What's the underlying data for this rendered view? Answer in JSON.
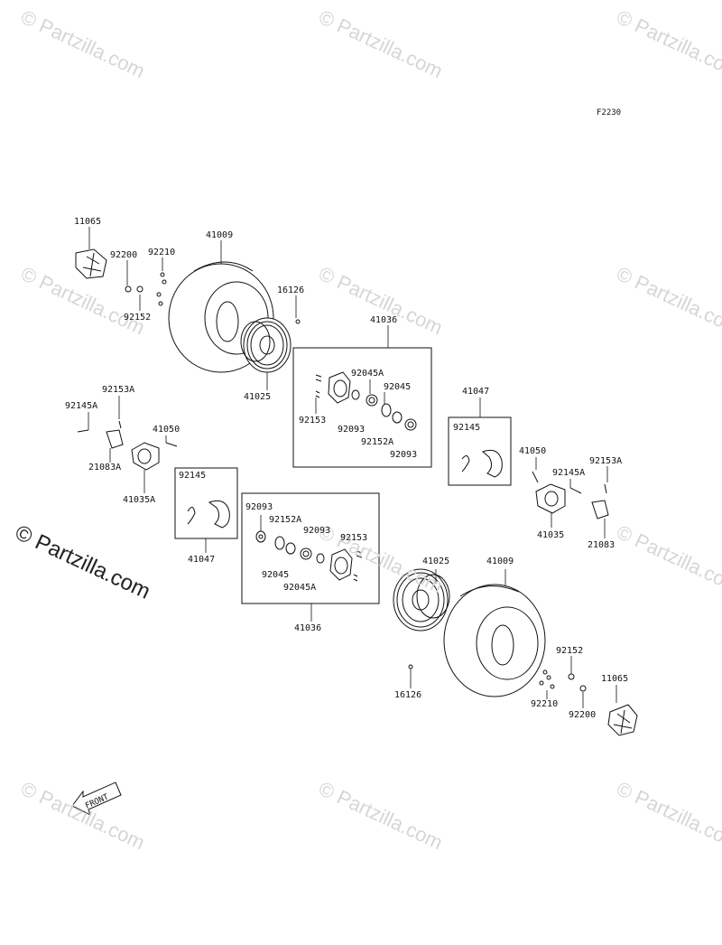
{
  "figure_code": "F2230",
  "front_label": "FRONT",
  "watermark": "© Partzilla.com",
  "watermark_main": "© Partzilla.com",
  "callouts": {
    "c11065_tl": "11065",
    "c41009_t": "41009",
    "c92200_tl": "92200",
    "c92210_tl": "92210",
    "c92152_tl": "92152",
    "c16126_t": "16126",
    "c41025_t": "41025",
    "c41036_t": "41036",
    "c92045A_t": "92045A",
    "c92045_t": "92045",
    "c92153_t": "92153",
    "c92093_t1": "92093",
    "c92152A_t": "92152A",
    "c92093_t2": "92093",
    "c41047_r": "41047",
    "c92145_r": "92145",
    "c92153A_l": "92153A",
    "c92145A_l": "92145A",
    "c41050_l": "41050",
    "c21083A": "21083A",
    "c41035A": "41035A",
    "c92145_l": "92145",
    "c41047_l": "41047",
    "c92093_b1": "92093",
    "c92152A_b": "92152A",
    "c92093_b2": "92093",
    "c92153_b": "92153",
    "c92045_b": "92045",
    "c92045A_b": "92045A",
    "c41036_b": "41036",
    "c41025_b": "41025",
    "c41009_b": "41009",
    "c16126_b": "16126",
    "c41050_r": "41050",
    "c92153A_r": "92153A",
    "c92145A_r": "92145A",
    "c41035": "41035",
    "c21083": "21083",
    "c92152_br": "92152",
    "c11065_br": "11065",
    "c92210_br": "92210",
    "c92200_br": "92200"
  }
}
